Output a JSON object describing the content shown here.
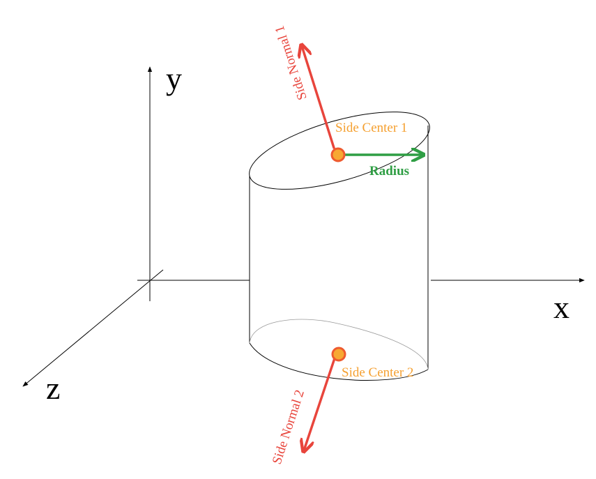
{
  "axes": {
    "x_label": "x",
    "y_label": "y",
    "z_label": "z"
  },
  "annotations": {
    "side_center_1": "Side Center 1",
    "side_center_2": "Side Center 2",
    "side_normal_1": "Side Normal 1",
    "side_normal_2": "Side Normal 2",
    "radius": "Radius"
  },
  "colors": {
    "axis": "#000000",
    "cylinder_outline": "#000000",
    "normal_arrow": "#e8453c",
    "radius_arrow": "#2f9e44",
    "center_label": "#f5a030",
    "radius_label": "#2f9e44",
    "normal_label": "#e8453c",
    "center_point_fill": "#f7a832",
    "center_point_stroke": "#ee5a2f"
  },
  "icons": {
    "center_point": "filled-circle"
  }
}
